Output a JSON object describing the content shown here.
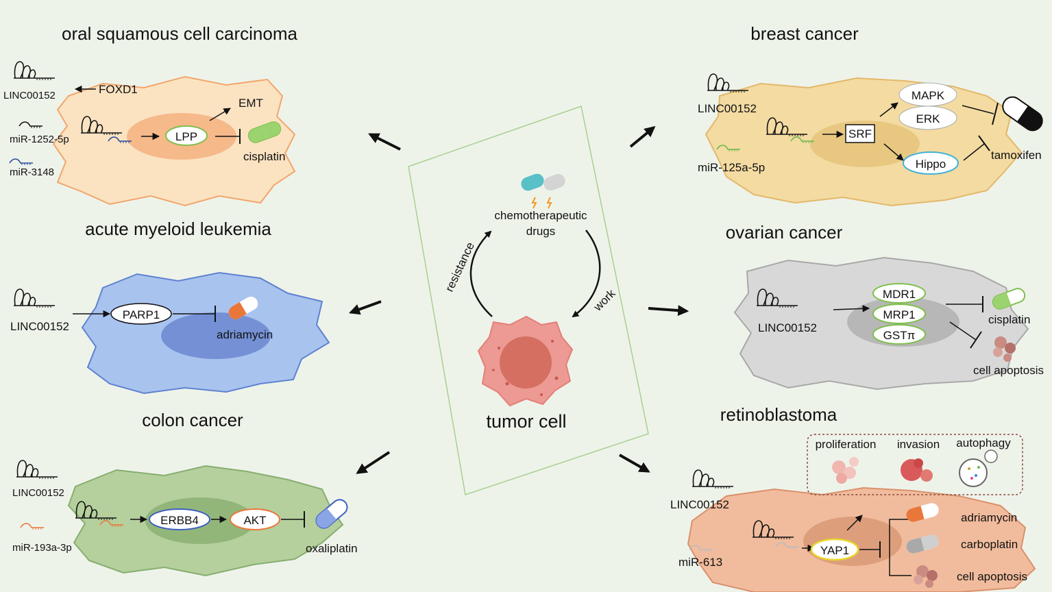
{
  "center": {
    "drugs_line1": "chemotherapeutic",
    "drugs_line2": "drugs",
    "resistance": "resistance",
    "work": "work",
    "tumor": "tumor cell"
  },
  "oscc": {
    "title": "oral squamous cell carcinoma",
    "lnc": "LINC00152",
    "foxd1": "FOXD1",
    "mir1": "miR-1252-5p",
    "mir2": "miR-3148",
    "target": "LPP",
    "emt": "EMT",
    "drug": "cisplatin"
  },
  "aml": {
    "title": "acute myeloid leukemia",
    "lnc": "LINC00152",
    "target": "PARP1",
    "drug": "adriamycin"
  },
  "colon": {
    "title": "colon cancer",
    "lnc": "LINC00152",
    "mir": "miR-193a-3p",
    "t1": "ERBB4",
    "t2": "AKT",
    "drug": "oxaliplatin"
  },
  "breast": {
    "title": "breast cancer",
    "lnc": "LINC00152",
    "mir": "miR-125a-5p",
    "srf": "SRF",
    "mapk": "MAPK",
    "erk": "ERK",
    "hippo": "Hippo",
    "drug": "tamoxifen"
  },
  "ovarian": {
    "title": "ovarian cancer",
    "lnc": "LINC00152",
    "mdr1": "MDR1",
    "mrp1": "MRP1",
    "gst": "GSTπ",
    "drug": "cisplatin",
    "apop": "cell apoptosis"
  },
  "retino": {
    "title": "retinoblastoma",
    "lnc": "LINC00152",
    "mir": "miR-613",
    "prolif": "proliferation",
    "invasion": "invasion",
    "autophagy": "autophagy",
    "target": "YAP1",
    "d1": "adriamycin",
    "d2": "carboplatin",
    "apop": "cell apoptosis"
  },
  "colors": {
    "background": "#eef3ea",
    "oscc_cell": "#fbe3c2",
    "aml_cell": "#a9c3ef",
    "colon_cell": "#b5cf9d",
    "breast_cell": "#f3dba2",
    "ovarian_cell": "#d8d8d8",
    "retino_cell": "#f1bc9d",
    "tumor_cell": "#ec9a93",
    "green_node": "#7fbf4d",
    "blue_node": "#3e5fbf",
    "orange_node": "#e9773a",
    "cyan_node": "#3fb0d9",
    "yellow_node": "#e8d62a"
  }
}
